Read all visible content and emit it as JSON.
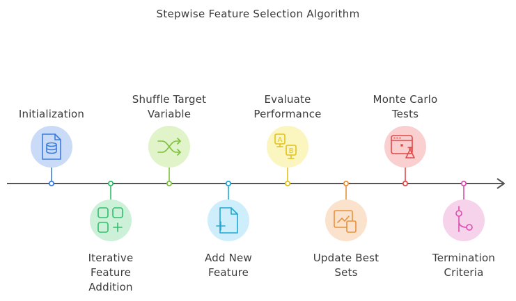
{
  "title": "Stepwise Feature Selection Algorithm",
  "steps": [
    {
      "label": "Initialization",
      "icon": "database-file-icon",
      "position": "above",
      "circle_color": "#c9dbf7",
      "accent": "#3b7ddd"
    },
    {
      "label": "Iterative\nFeature\nAddition",
      "icon": "grid-plus-icon",
      "position": "below",
      "circle_color": "#cdf0d9",
      "accent": "#2fbf6a"
    },
    {
      "label": "Shuffle Target\nVariable",
      "icon": "shuffle-icon",
      "position": "above",
      "circle_color": "#e1f3c8",
      "accent": "#7cc13a"
    },
    {
      "label": "Add New\nFeature",
      "icon": "file-plus-icon",
      "position": "below",
      "circle_color": "#cdeefa",
      "accent": "#1fa8d6"
    },
    {
      "label": "Evaluate\nPerformance",
      "icon": "ab-test-icon",
      "position": "above",
      "circle_color": "#fbf5c0",
      "accent": "#e2c21a"
    },
    {
      "label": "Update Best\nSets",
      "icon": "chart-calculator-icon",
      "position": "below",
      "circle_color": "#fbe2cc",
      "accent": "#e8913a"
    },
    {
      "label": "Monte Carlo\nTests",
      "icon": "browser-flask-icon",
      "position": "above",
      "circle_color": "#f9cfcf",
      "accent": "#e04848"
    },
    {
      "label": "Termination\nCriteria",
      "icon": "branch-end-icon",
      "position": "below",
      "circle_color": "#f6d3ea",
      "accent": "#d94fae"
    }
  ]
}
